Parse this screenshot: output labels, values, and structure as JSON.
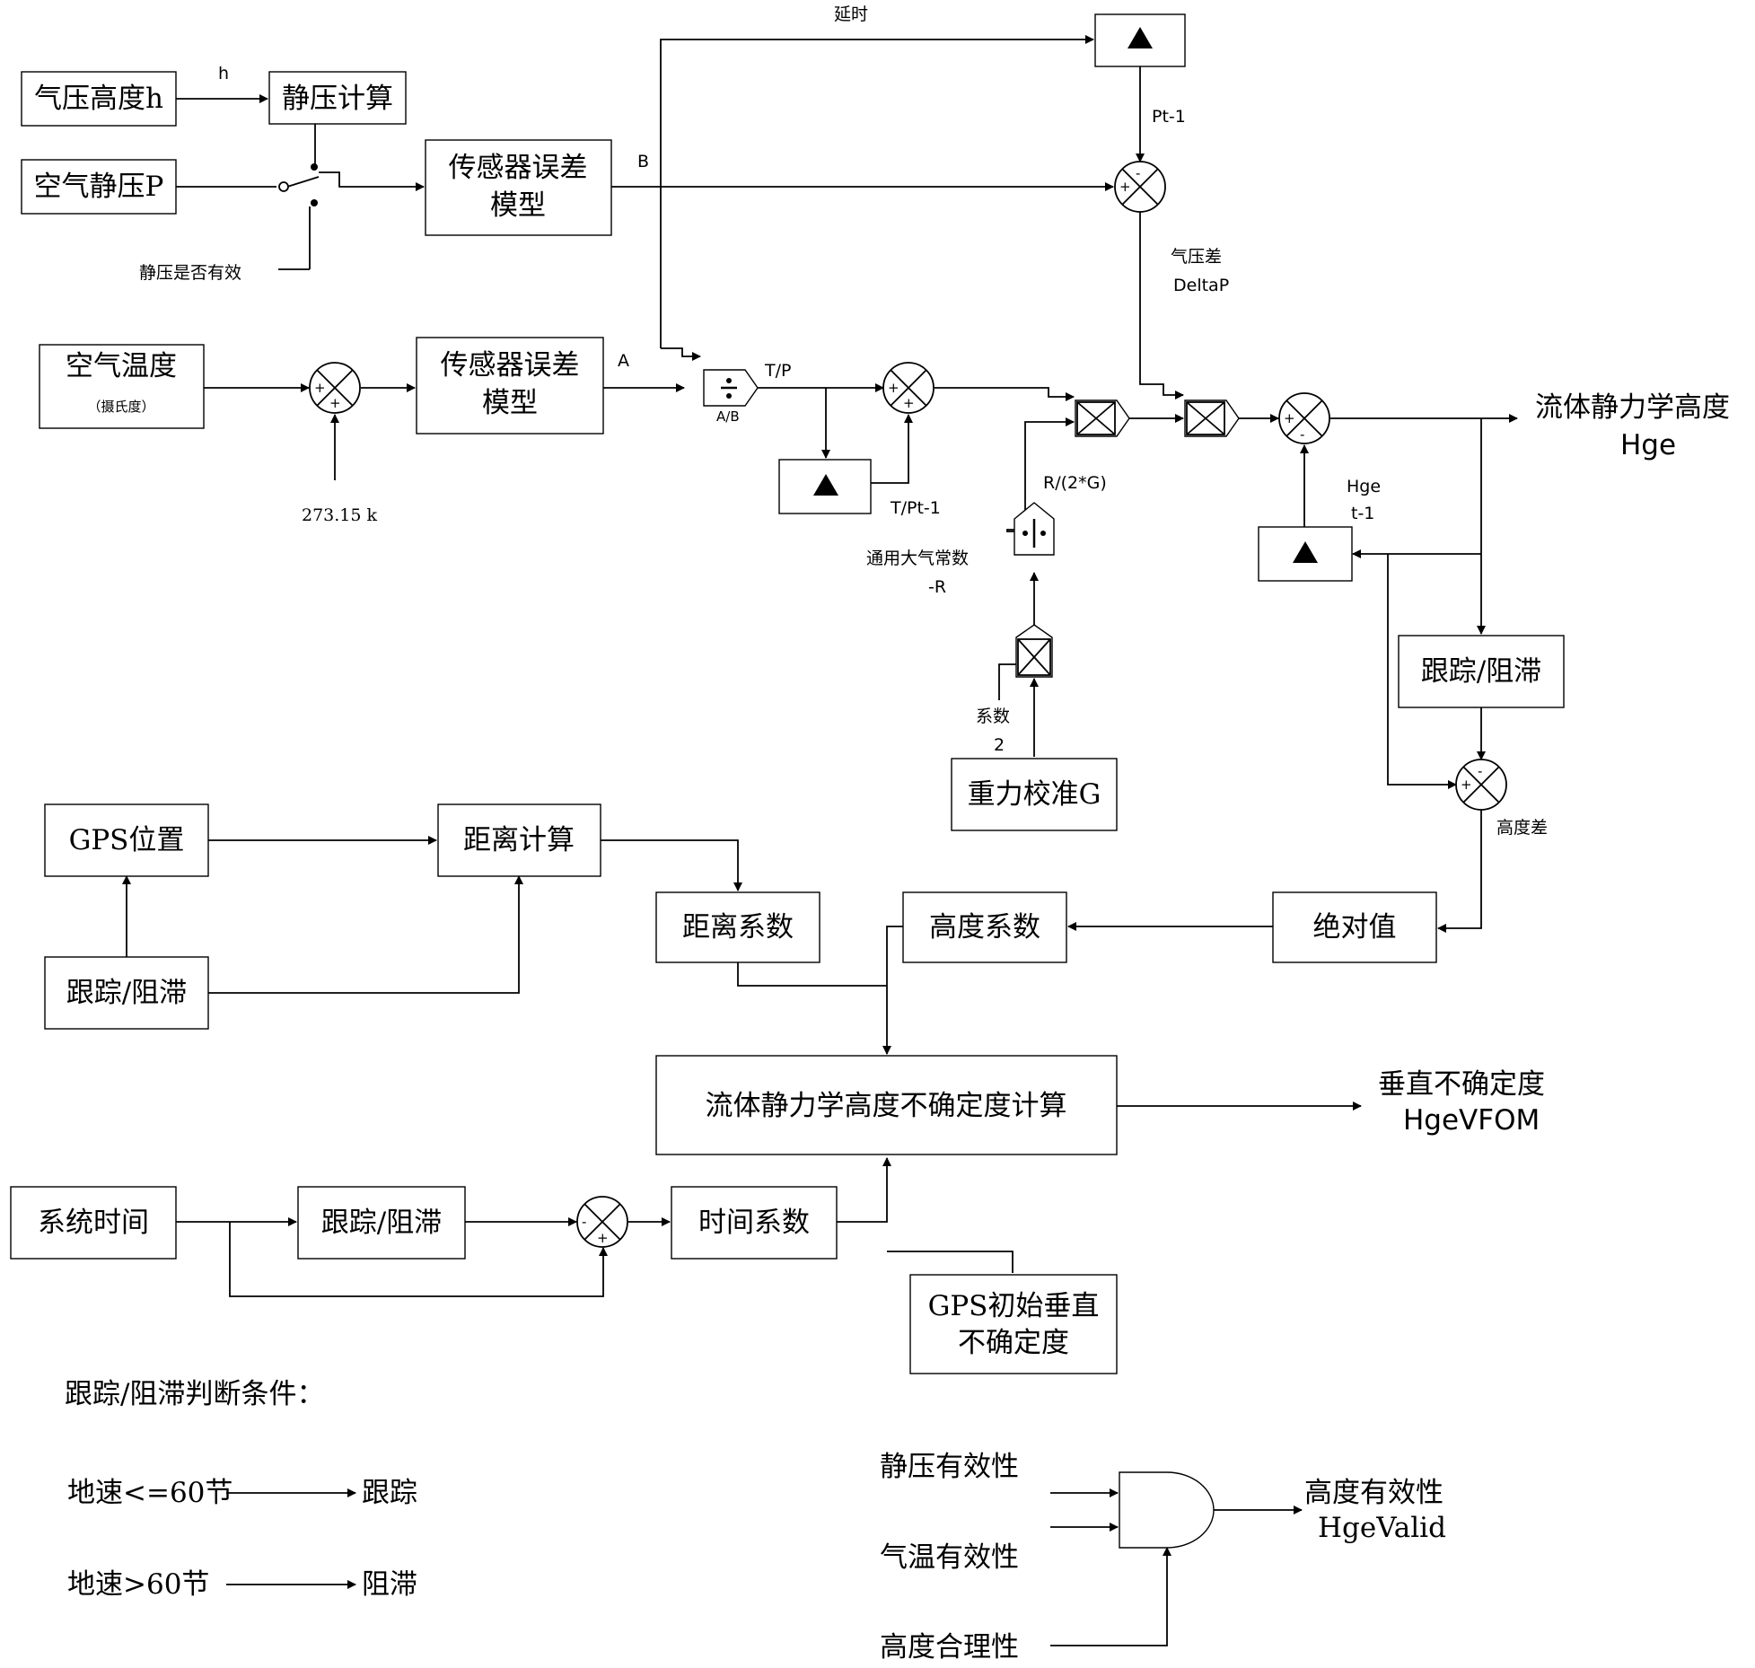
{
  "blocks": {
    "baro_alt": "气压高度h",
    "static_calc": "静压计算",
    "air_static": "空气静压P",
    "static_valid": "静压是否有效",
    "sensor_err_1": [
      "传感器误差",
      "模型"
    ],
    "air_temp": "空气温度",
    "air_temp_unit": "（摄氏度）",
    "sensor_err_2": [
      "传感器误差",
      "模型"
    ],
    "gravity": "重力校准G",
    "track_hold_1": "跟踪/阻滞",
    "abs_value": "绝对值",
    "height_coef": "高度系数",
    "dist_coef": "距离系数",
    "gps_pos": "GPS位置",
    "dist_calc": "距离计算",
    "track_hold_2": "跟踪/阻滞",
    "uncert_calc": "流体静力学高度不确定度计算",
    "sys_time": "系统时间",
    "track_hold_3": "跟踪/阻滞",
    "time_coef": "时间系数",
    "gps_vert": [
      "GPS初始垂直",
      "不确定度"
    ]
  },
  "labels": {
    "h": "h",
    "delay": "延时",
    "B": "B",
    "A": "A",
    "pt1": "Pt-1",
    "deltap": [
      "气压差",
      "DeltaP"
    ],
    "k27315": "273.15 k",
    "tp": "T/P",
    "ab": "A/B",
    "tpt1": "T/Pt-1",
    "r2g": "R/(2*G)",
    "gas_const": [
      "通用大气常数",
      "-R"
    ],
    "coef2": [
      "系数",
      "2"
    ],
    "hge_prev": [
      "Hge",
      "t-1"
    ],
    "hge_out": [
      "流体静力学高度",
      "Hge"
    ],
    "height_diff": "高度差",
    "vfom_out": [
      "垂直不确定度",
      "HgeVFOM"
    ]
  },
  "conditions": {
    "title": "跟踪/阻滞判断条件：",
    "cond1": "地速<=60节",
    "res1": "跟踪",
    "cond2": "地速>60节",
    "res2": "阻滞"
  },
  "validity": {
    "in1": "静压有效性",
    "in2": "气温有效性",
    "in3": "高度合理性",
    "out": [
      "高度有效性",
      "HgeValid"
    ]
  }
}
